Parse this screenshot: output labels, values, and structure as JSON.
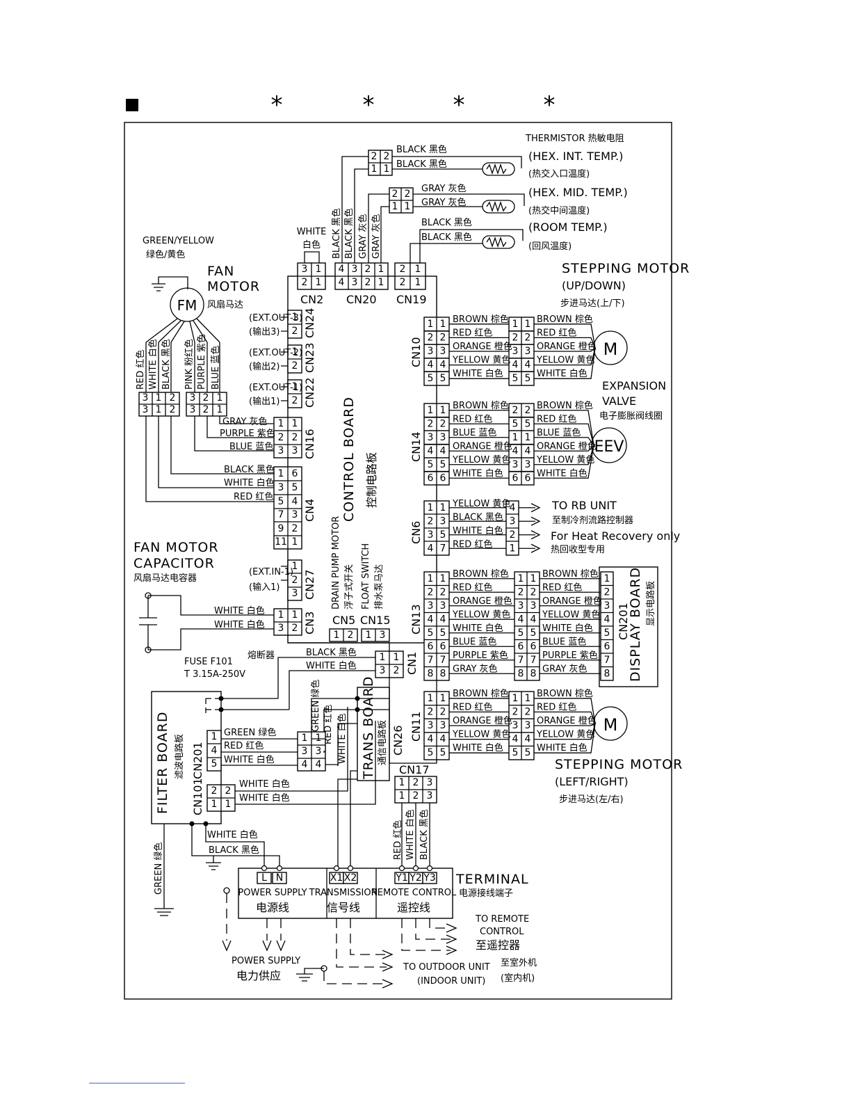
{
  "header": {
    "square": "■",
    "stars": [
      "*",
      "*",
      "*",
      "*"
    ]
  },
  "thermistor": {
    "title": "THERMISTOR 热敏电阻",
    "hex_int": "(HEX. INT. TEMP.)",
    "hex_int_cn": "(热交入口温度)",
    "hex_mid": "(HEX. MID. TEMP.)",
    "hex_mid_cn": "(热交中间温度)",
    "room": "(ROOM TEMP.)",
    "room_cn": "(回风温度)",
    "wire_black": "BLACK 黑色",
    "wire_gray": "GRAY 灰色"
  },
  "cn20_vertical": [
    "BLACK 黑色",
    "BLACK 黑色",
    "GRAY 灰色",
    "GRAY 灰色"
  ],
  "white_top": [
    "WHITE",
    "白色"
  ],
  "green_yellow": [
    "GREEN/YELLOW",
    "绿色/黄色"
  ],
  "fan_motor": {
    "symbol": "FM",
    "lines": [
      "FAN",
      "MOTOR",
      "风扇马达"
    ]
  },
  "fan_wires": [
    "RED 红色",
    "WHITE 白色",
    "BLACK 黑色",
    "PINK 粉红色",
    "PURPLE 紫色",
    "BLUE 蓝色"
  ],
  "ext_out": [
    [
      "(EXT.OUT-3)",
      "(输出3)"
    ],
    [
      "(EXT.OUT-2)",
      "(输出2)"
    ],
    [
      "(EXT.OUT-1)",
      "(输出1)"
    ]
  ],
  "cn16_wires": [
    "GRAY 灰色",
    "PURPLE 紫色",
    "BLUE 蓝色"
  ],
  "cn4_wires": [
    "BLACK 黑色",
    "WHITE 白色",
    "RED 红色"
  ],
  "connectors": {
    "cn2": "CN2",
    "cn20": "CN20",
    "cn19": "CN19",
    "cn24": "CN24",
    "cn23": "CN23",
    "cn22": "CN22",
    "cn16": "CN16",
    "cn4": "CN4",
    "cn27": "CN27",
    "cn3": "CN3",
    "cn5": "CN5",
    "cn15": "CN15",
    "cn1": "CN1",
    "cn26": "CN26",
    "cn17": "CN17",
    "cn10": "CN10",
    "cn14": "CN14",
    "cn6": "CN6",
    "cn13": "CN13",
    "cn11": "CN11",
    "cn201": "CN201",
    "cn101": "CN101"
  },
  "control_board": [
    "CONTROL BOARD",
    "控制电路板"
  ],
  "drain": [
    "DRAIN PUMP MOTOR",
    "浮子式开关",
    "FLOAT SWITCH",
    "排水泵马达"
  ],
  "ext_in": [
    "(EXT.IN-1)",
    "(输入1)"
  ],
  "capacitor": [
    "FAN MOTOR",
    "CAPACITOR",
    "风扇马达电容器"
  ],
  "cn3_wires": [
    "WHITE 白色",
    "WHITE 白色"
  ],
  "fuse": {
    "label": "FUSE F101",
    "rating": "T 3.15A-250V",
    "cn": "熔断器"
  },
  "cn1_wires": [
    "BLACK 黑色",
    "WHITE 白色"
  ],
  "stepping_ud": [
    "STEPPING MOTOR",
    "(UP/DOWN)",
    "步进马达(上/下)"
  ],
  "motor_wires": [
    "BROWN 棕色",
    "RED 红色",
    "ORANGE 橙色",
    "YELLOW 黄色",
    "WHITE 白色"
  ],
  "expansion": [
    "EXPANSION",
    "VALVE",
    "电子膨胀阀线圈"
  ],
  "eev_symbol": "EEV",
  "m_symbol": "M",
  "cn14_left_wires": [
    "BROWN 棕色",
    "RED 红色",
    "BLUE 蓝色",
    "ORANGE 橙色",
    "YELLOW 黄色",
    "WHITE 白色"
  ],
  "cn14_mid_pins": [
    "2",
    "5",
    "1",
    "4",
    "3",
    "6"
  ],
  "cn6_wires": [
    "YELLOW 黄色",
    "BLACK 黑色",
    "WHITE 白色",
    "RED 红色"
  ],
  "cn6_left_pins": [
    "1",
    "2",
    "3",
    "4"
  ],
  "cn6_right_pins": [
    "1",
    "3",
    "5",
    "7"
  ],
  "cn6_out_pins": [
    "4",
    "3",
    "2",
    "1"
  ],
  "rb_unit": [
    "TO RB UNIT",
    "至制冷剂流路控制器",
    "For Heat Recovery only",
    "热回收型专用"
  ],
  "cn13_wires": [
    "BROWN 棕色",
    "RED 红色",
    "ORANGE 橙色",
    "YELLOW 黄色",
    "WHITE 白色",
    "BLUE 蓝色",
    "PURPLE 紫色",
    "GRAY 灰色"
  ],
  "display_board": [
    "DISPLAY BOARD",
    "显示电路板"
  ],
  "stepping_lr": [
    "STEPPING MOTOR",
    "(LEFT/RIGHT)",
    "步进马达(左/右)"
  ],
  "trans_board": [
    "TRANS BOARD",
    "通信电路板"
  ],
  "trans_wires": [
    "GREEN 绿色",
    "RED 红色",
    "WHITE 白色"
  ],
  "filter_board": [
    "FILTER BOARD",
    "滤波电路板"
  ],
  "filter_wires": [
    "GREEN 绿色",
    "RED 红色",
    "WHITE 白色"
  ],
  "filter_out_wires": [
    "WHITE 白色",
    "WHITE 白色"
  ],
  "power_wires": [
    "WHITE 白色",
    "BLACK 黑色"
  ],
  "green_ground": "GREEN 绿色",
  "remote_wires": [
    "RED 红色",
    "WHITE 白色",
    "BLACK 黑色"
  ],
  "terminal": {
    "title": "TERMINAL",
    "title_cn": "电源接线端子",
    "pins": [
      "L",
      "N",
      "X1",
      "X2",
      "Y1",
      "Y2",
      "Y3"
    ],
    "groups": [
      [
        "POWER SUPPLY",
        "电源线"
      ],
      [
        "TRANSMISSION",
        "信号线"
      ],
      [
        "REMOTE CONTROL",
        "遥控线"
      ]
    ]
  },
  "bottom": {
    "power_supply": [
      "POWER SUPPLY",
      "电力供应"
    ],
    "outdoor": [
      "TO OUTDOOR UNIT",
      "(INDOOR UNIT)"
    ],
    "outdoor_cn": [
      "至室外机",
      "(室内机)"
    ],
    "remote": [
      "TO REMOTE",
      "CONTROL",
      "至遥控器"
    ]
  }
}
